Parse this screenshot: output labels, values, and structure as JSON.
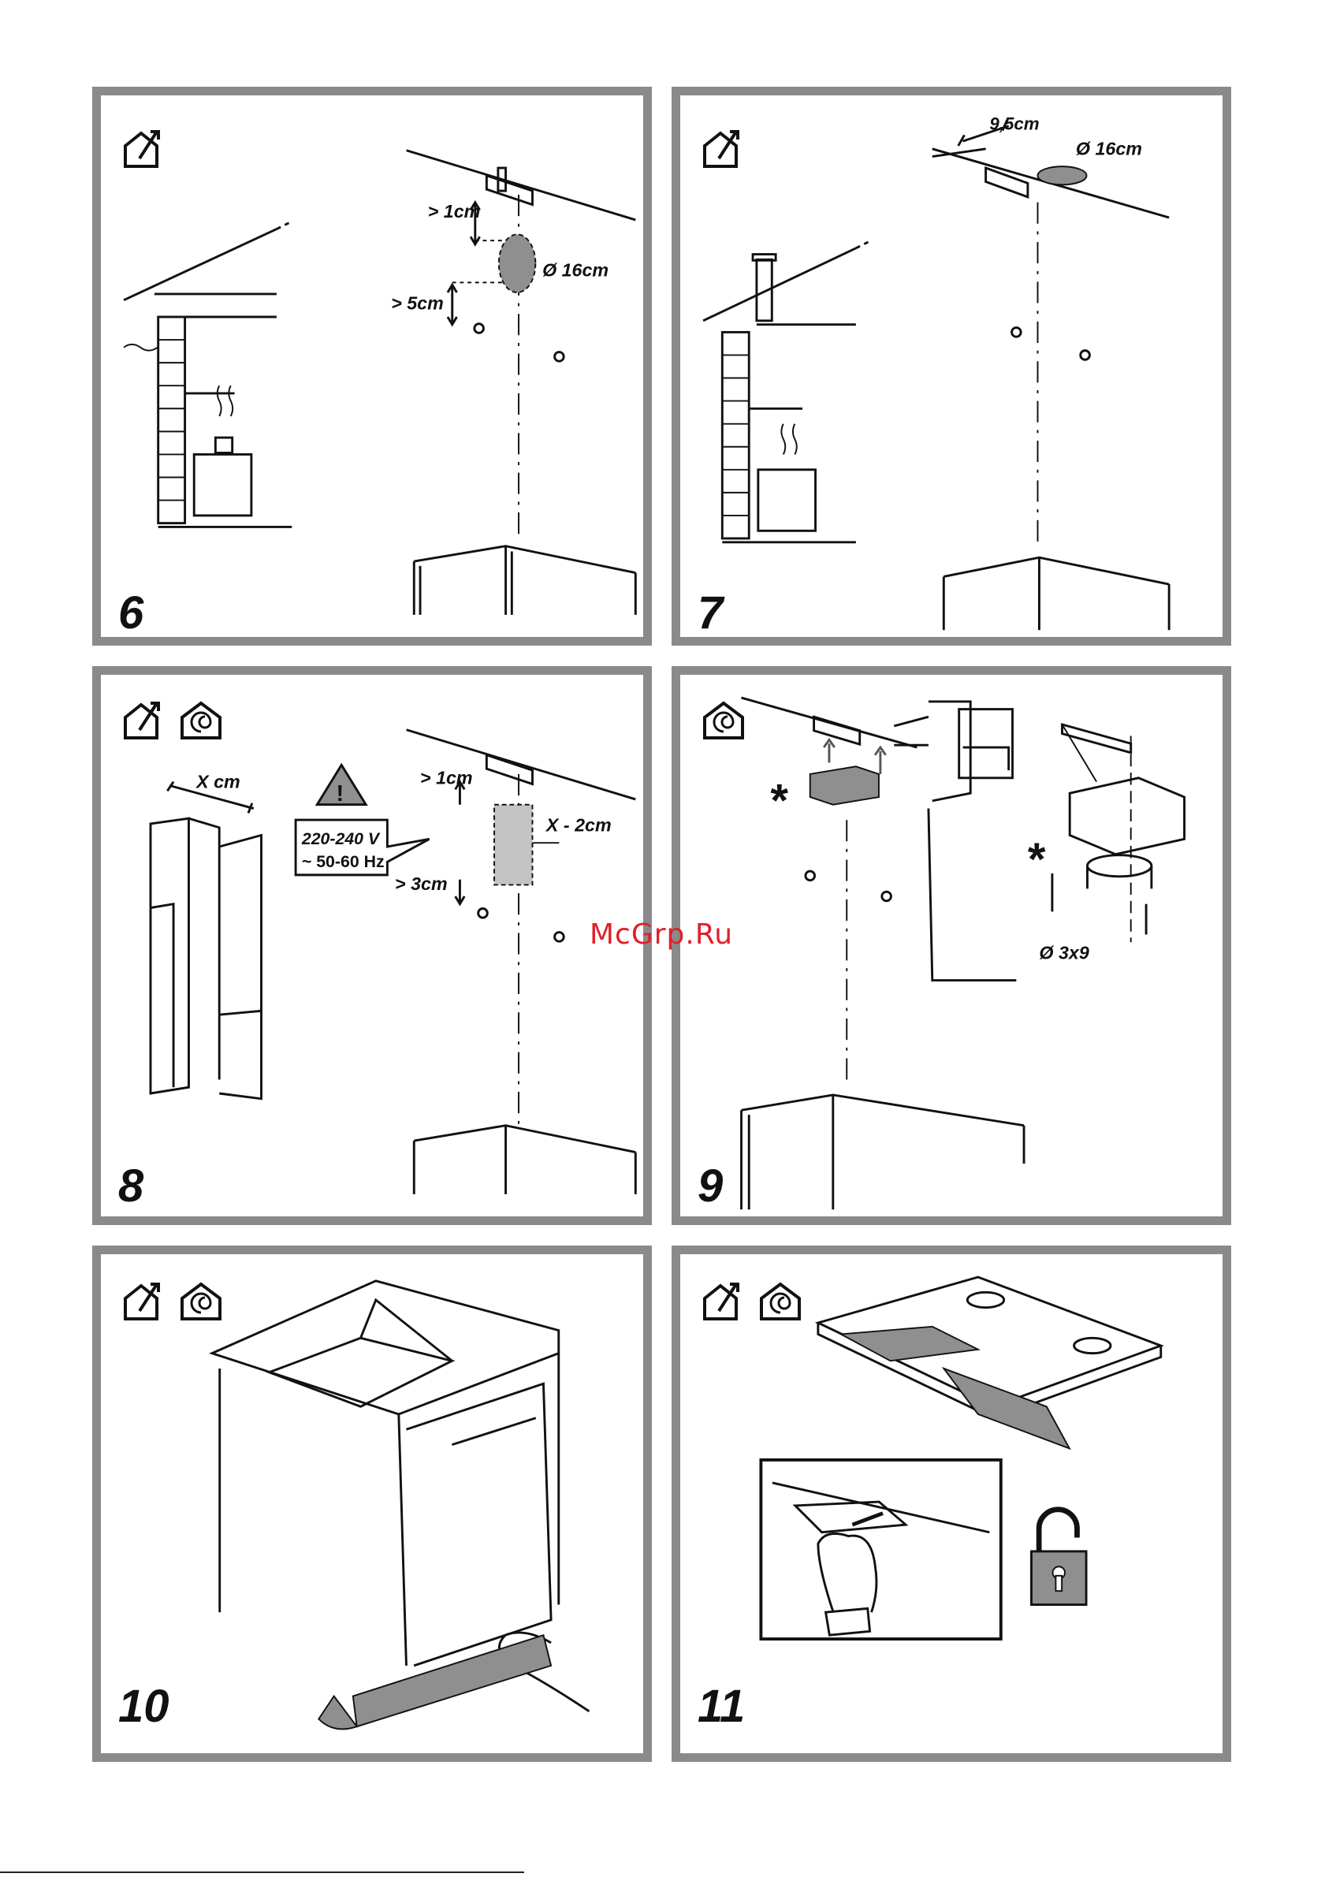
{
  "watermark": "McGrp.Ru",
  "steps": [
    {
      "number": "6",
      "labels": {
        "top_gap": "> 1cm",
        "duct_diameter": "Ø 16cm",
        "screw_gap": "> 5cm"
      }
    },
    {
      "number": "7",
      "labels": {
        "offset": "9,5cm",
        "duct_diameter": "Ø 16cm"
      }
    },
    {
      "number": "8",
      "labels": {
        "width": "X cm",
        "top_gap": "> 1cm",
        "voltage": "220-240 V",
        "frequency": "~ 50-60 Hz",
        "outlet_width": "X - 2cm",
        "screw_gap": "> 3cm"
      }
    },
    {
      "number": "9",
      "labels": {
        "screw_size": "Ø 3x9",
        "asterisk": "*"
      }
    },
    {
      "number": "10",
      "labels": {}
    },
    {
      "number": "11",
      "labels": {}
    }
  ],
  "icons": {
    "extraction": "ducted-extraction-house-icon",
    "recirculation": "recirculation-house-icon",
    "warning": "warning-triangle-icon",
    "lock": "open-padlock-icon"
  },
  "colors": {
    "frame": "#8a8a8a",
    "watermark": "#e0202a",
    "shade": "#8f8f8f"
  }
}
